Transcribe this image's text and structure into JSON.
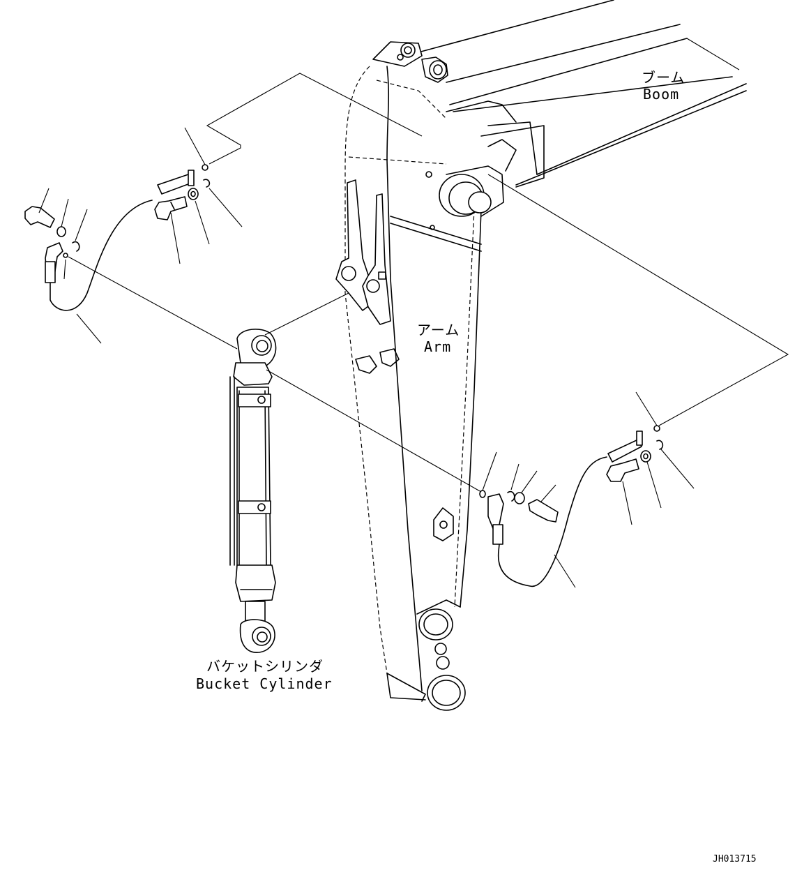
{
  "labels": {
    "boom_jp": "ブーム",
    "boom_en": "Boom",
    "arm_jp": "アーム",
    "arm_en": "Arm",
    "cylinder_jp": "バケットシリンダ",
    "cylinder_en": "Bucket Cylinder"
  },
  "drawing_code": "JH013715"
}
